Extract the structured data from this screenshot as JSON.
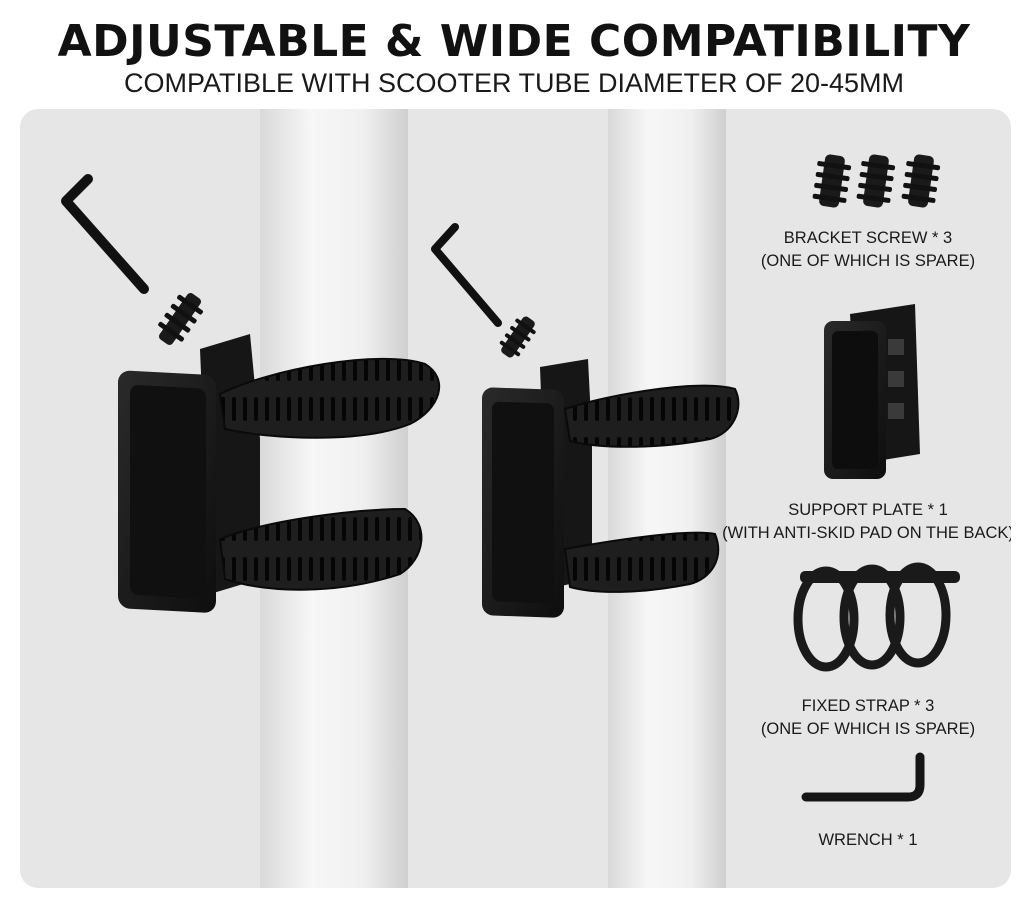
{
  "header": {
    "title": "ADJUSTABLE & WIDE COMPATIBILITY",
    "subtitle": "COMPATIBLE WITH SCOOTER TUBE DIAMETER OF 20-45MM"
  },
  "parts": [
    {
      "name": "BRACKET SCREW * 3",
      "note": "(ONE OF WHICH IS SPARE)"
    },
    {
      "name": "SUPPORT PLATE * 1",
      "note": "(WITH ANTI-SKID PAD ON THE BACK)"
    },
    {
      "name": "FIXED STRAP * 3",
      "note": "(ONE OF WHICH IS SPARE)"
    },
    {
      "name": "WRENCH * 1"
    }
  ],
  "colors": {
    "panel": "#e6e6e6",
    "tube": "#f2f2f2",
    "plastic": "#1c1c1c",
    "text": "#1a1a1a"
  }
}
